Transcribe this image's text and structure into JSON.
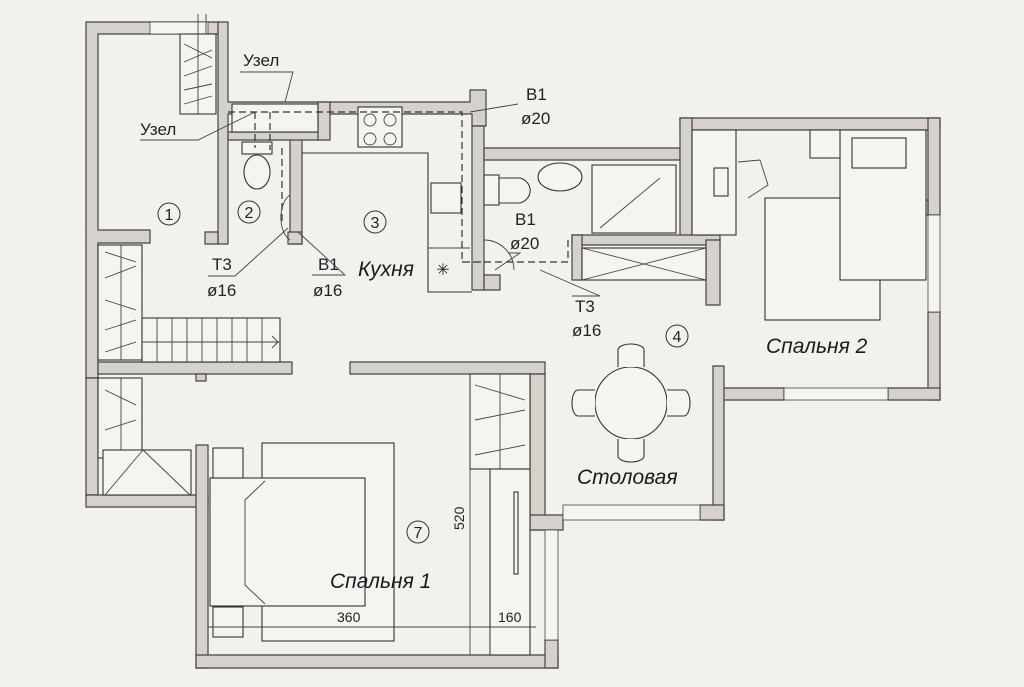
{
  "plan": {
    "rooms": [
      {
        "id": "1",
        "name": ""
      },
      {
        "id": "2",
        "name": ""
      },
      {
        "id": "3",
        "name": "Кухня"
      },
      {
        "id": "4",
        "name": "Столовая"
      },
      {
        "id": "7",
        "name": "Спальня 1"
      },
      {
        "id": "",
        "name": "Спальня 2"
      }
    ],
    "callouts": [
      {
        "label": "Узел",
        "value": ""
      },
      {
        "label": "Узел",
        "value": ""
      },
      {
        "label": "В1",
        "value": "ø20"
      },
      {
        "label": "В1",
        "value": "ø20"
      },
      {
        "label": "Т3",
        "value": "ø16"
      },
      {
        "label": "В1",
        "value": "ø16"
      },
      {
        "label": "Т3",
        "value": "ø16"
      }
    ],
    "dimensions": {
      "width_bed": "360",
      "width_closet": "160",
      "length": "520"
    },
    "colors": {
      "background": "#f1f1ee",
      "wall": "#d6d2cb",
      "line": "#333333"
    }
  }
}
